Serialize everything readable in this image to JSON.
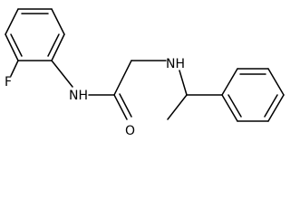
{
  "structure": {
    "atom_labels": {
      "fluorine": "F",
      "amide_nitrogen": "NH",
      "carbonyl_oxygen": "O",
      "amine_nitrogen": "NH"
    }
  }
}
